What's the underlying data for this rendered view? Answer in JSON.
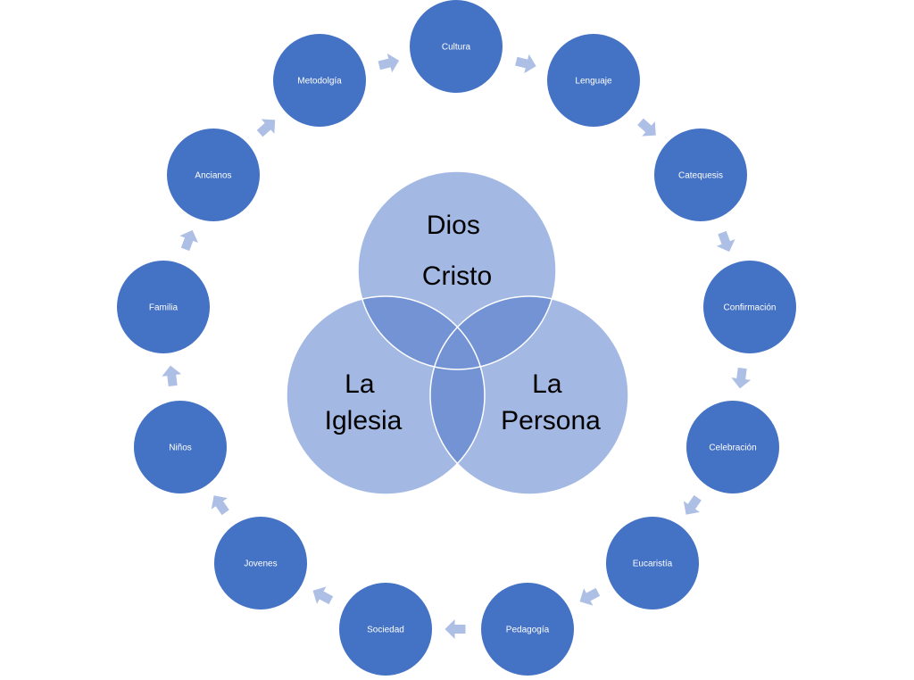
{
  "colors": {
    "node_fill": "#4472c4",
    "venn_fill": "#a3b8e3",
    "venn_overlap": "#7393d4",
    "arrow": "#aebfe6"
  },
  "venn": {
    "top": {
      "lines": [
        "Dios",
        "Cristo"
      ]
    },
    "left": {
      "lines": [
        "La",
        "Iglesia"
      ]
    },
    "right": {
      "lines": [
        "La",
        "Persona"
      ]
    }
  },
  "cycle": {
    "nodes": [
      "Cultura",
      "Lenguaje",
      "Catequesis",
      "Confirmación",
      "Celebración",
      "Eucaristía",
      "Pedagogía",
      "Sociedad",
      "Jovenes",
      "Niños",
      "Familia",
      "Ancianos",
      "Metodolgía"
    ],
    "arrow_icon": "right-arrow-icon"
  }
}
